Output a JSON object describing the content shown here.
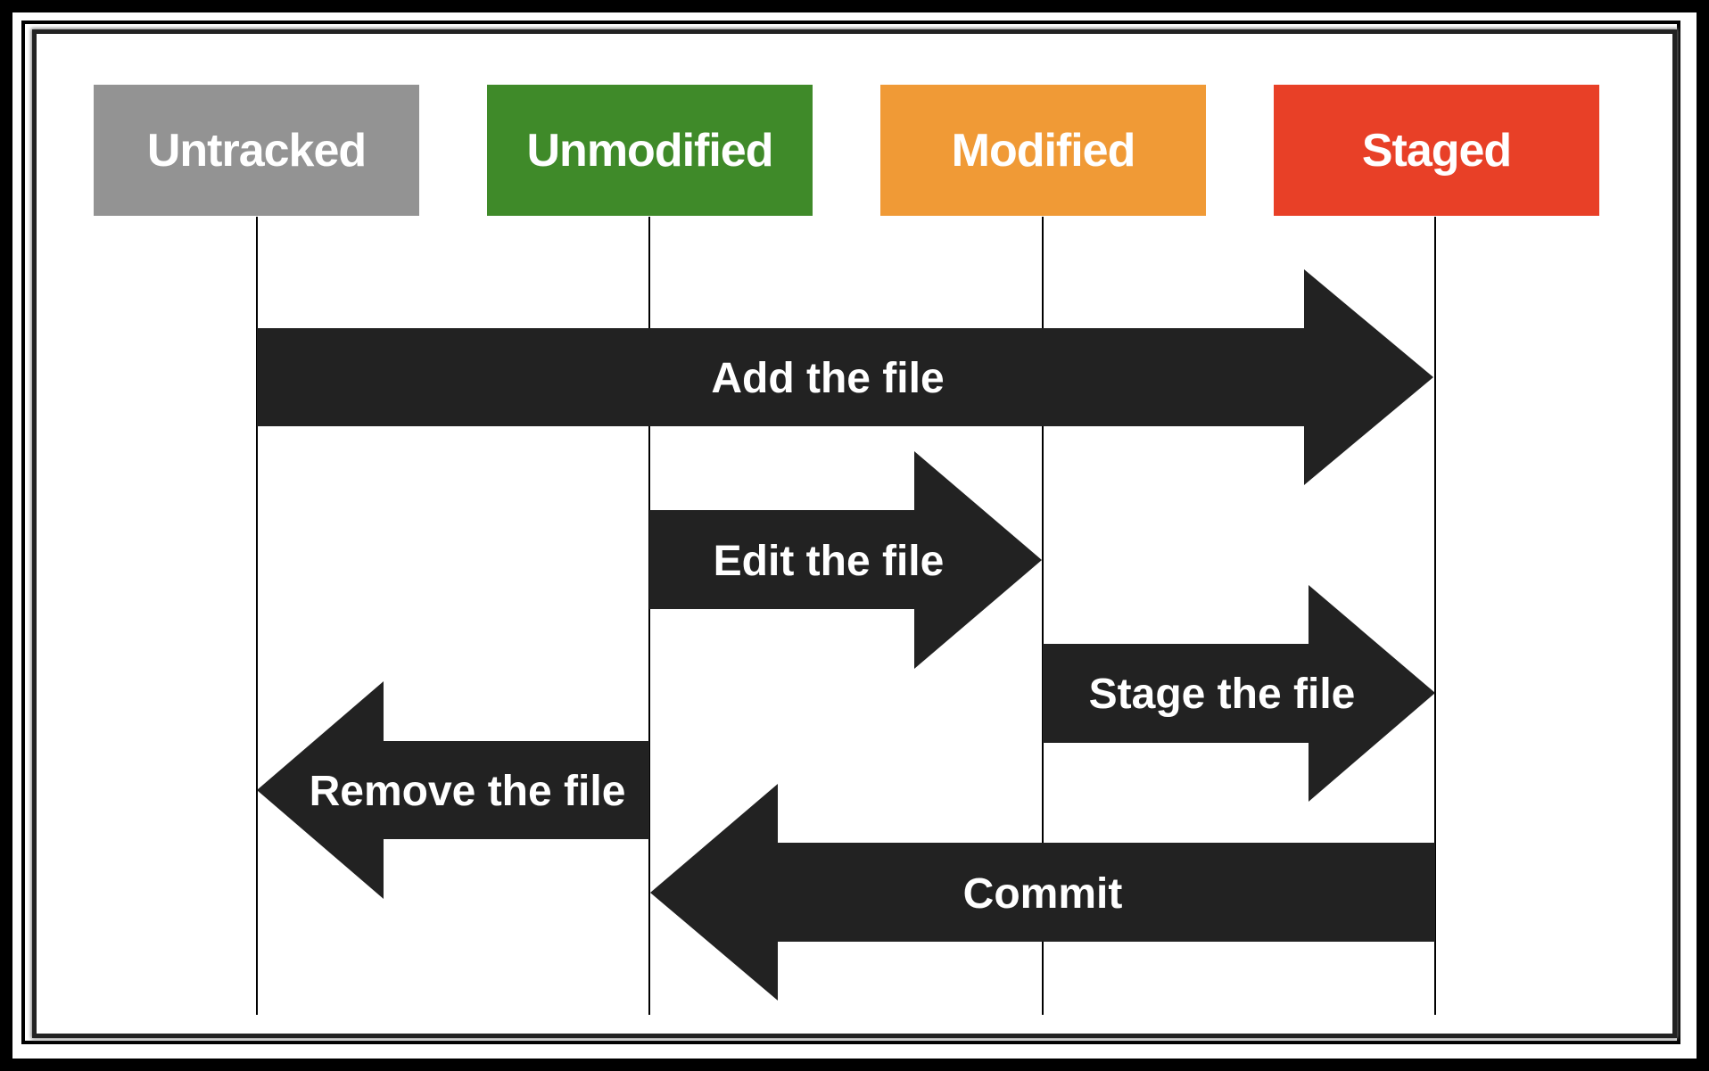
{
  "states": [
    {
      "id": "untracked",
      "label": "Untracked",
      "color": "#939393"
    },
    {
      "id": "unmodified",
      "label": "Unmodified",
      "color": "#3f8a29"
    },
    {
      "id": "modified",
      "label": "Modified",
      "color": "#f09a36"
    },
    {
      "id": "staged",
      "label": "Staged",
      "color": "#e84027"
    }
  ],
  "transitions": [
    {
      "label": "Add the file",
      "from": "untracked",
      "to": "staged"
    },
    {
      "label": "Edit the file",
      "from": "unmodified",
      "to": "modified"
    },
    {
      "label": "Stage the file",
      "from": "modified",
      "to": "staged"
    },
    {
      "label": "Remove the file",
      "from": "unmodified",
      "to": "untracked"
    },
    {
      "label": "Commit",
      "from": "staged",
      "to": "unmodified"
    }
  ],
  "colors": {
    "arrow": "#222222",
    "lifeline": "#000000",
    "background": "#ffffff",
    "frame": "#000000"
  }
}
